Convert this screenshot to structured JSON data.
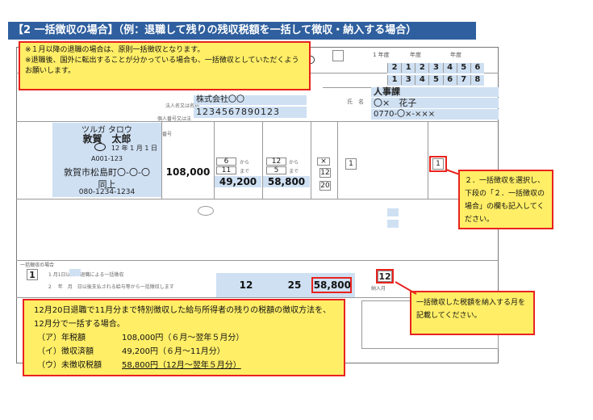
{
  "banner": {
    "title": "【2 一括徴収の場合】（例：退職して残りの残収税額を一括して徴収・納入する場合）"
  },
  "note_top": {
    "line1": "※１月以降の退職の場合は、原則一括徴収となります。",
    "line2": "※退職後、国外に転出することが分かっている場合も、一括徴収としていただくよう",
    "line3": "お願いします。"
  },
  "header_right": {
    "name_label": "氏　名",
    "company_dept": "人事課",
    "contact_name": "〇×　花子",
    "phone": "0770-〇×-×××",
    "circle_mark": "〇",
    "digits_row1": [
      "2",
      "1",
      "2",
      "3",
      "4",
      "5",
      "6"
    ],
    "digits_row2": [
      "1",
      "3",
      "4",
      "5",
      "6",
      "7",
      "8"
    ],
    "year_label1": "1 年度",
    "year_label2": "年度",
    "year_label3": "年度"
  },
  "company": {
    "label_name": "法人名又は名称",
    "name": "株式会社〇〇",
    "label_number": "個人番号又は法人番号",
    "number": "1234567890123"
  },
  "employee": {
    "furigana": "ツルガ タロウ",
    "name": "敦賀　太郎",
    "birth": "12 年 1 月 1 日",
    "id_prefix": "A001-123",
    "address": "敦賀市松島町〇-〇-〇",
    "address_label": "同上",
    "phone": "080-1234-1234"
  },
  "amounts": {
    "annual_tax": "108,000",
    "start_month": "6",
    "end_month": "11",
    "collected": "49,200",
    "unc_start": "12",
    "unc_end": "5",
    "uncollected": "58,800",
    "box_x": "×",
    "box_12": "12",
    "box_20": "20",
    "check_1a": "1",
    "check_1b": "1",
    "from_label": "から",
    "to_label": "まで"
  },
  "lump": {
    "section_label": "一括徴収の場合",
    "option1": "1",
    "option1_text": "1 月1日以降の退職による一括徴収",
    "option2_text": "2 　年　月　日以後支払される給与等から一括徴収します",
    "month": "12",
    "day": "25",
    "amount": "58,800",
    "payment_month": "12",
    "payment_label": "納入月"
  },
  "note_right": {
    "text": "２．一括徴収を選択し、下段の「２．一括徴収の場合」の欄も記入してください。"
  },
  "note_payment": {
    "text": "一括徴収した税額を納入する月を記載してください。"
  },
  "note_bottom": {
    "line1": "12月20日退職で11月分まで特別徴収した給与所得者の残りの税額の徴収方法を、",
    "line2": "12月分で一括する場合。",
    "item1_label": "（ア）年税額",
    "item1_value": "108,000円（６月～翌年５月分）",
    "item2_label": "（イ）徴収済額",
    "item2_value": "49,200円（６月～11月分）",
    "item3_label": "（ウ）未徴収税額",
    "item3_value": "58,800円（12月～翌年５月分）"
  }
}
